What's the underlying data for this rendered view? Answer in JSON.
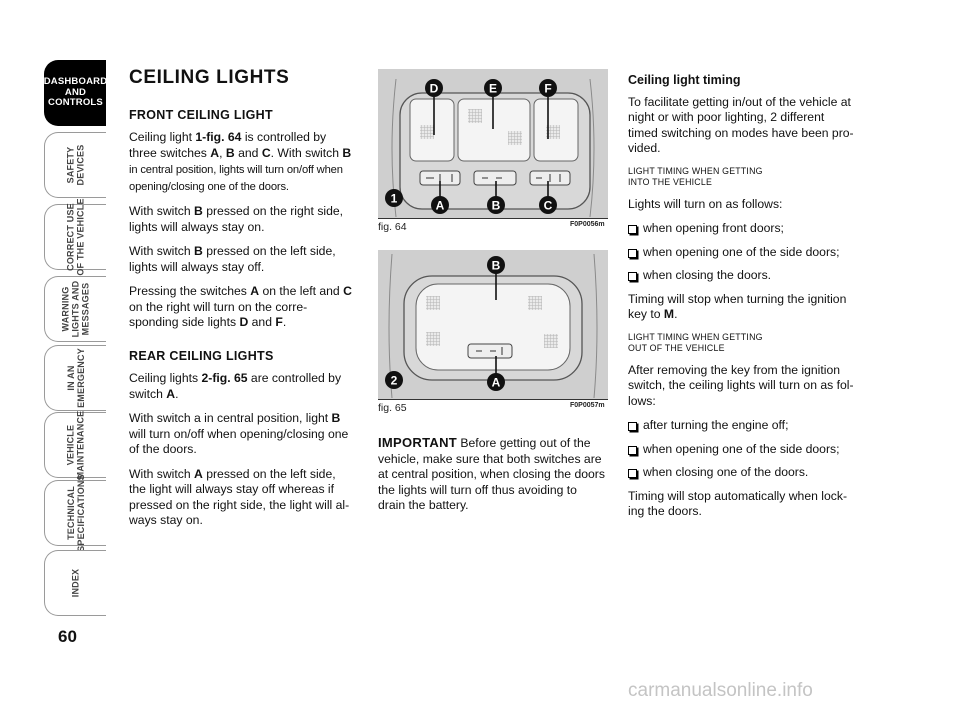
{
  "sidebar": {
    "tabs": [
      {
        "label": "DASHBOARD\nAND\nCONTROLS",
        "active": true
      },
      {
        "label": "SAFETY\nDEVICES",
        "active": false
      },
      {
        "label": "CORRECT USE\nOF THE VEHICLE",
        "active": false
      },
      {
        "label": "WARNING\nLIGHTS AND\nMESSAGES",
        "active": false
      },
      {
        "label": "IN AN\nEMERGENCY",
        "active": false
      },
      {
        "label": "VEHICLE\nMAINTENANCE",
        "active": false
      },
      {
        "label": "TECHNICAL\nSPECIFICATIONS",
        "active": false
      },
      {
        "label": "INDEX",
        "active": false
      }
    ],
    "page_number": "60"
  },
  "col1": {
    "title": "CEILING LIGHTS",
    "front_heading": "FRONT CEILING LIGHT",
    "p1_a": "Ceiling light ",
    "p1_ref": "1-fig. 64",
    "p1_b": " is controlled by three switches ",
    "p1_s1": "A",
    "p1_c": ", ",
    "p1_s2": "B",
    "p1_d": " and ",
    "p1_s3": "C",
    "p1_e": ". With switch ",
    "p1_s4": "B",
    "p1_f": " in central position, lights will turn on/off when opening/closing one of the doors.",
    "p2_a": "With switch ",
    "p2_s": "B",
    "p2_b": " pressed on the right side, lights will always stay on.",
    "p3_a": "With switch ",
    "p3_s": "B",
    "p3_b": " pressed on the left side, lights will always stay off.",
    "p4_a": "Pressing the switches ",
    "p4_s1": "A",
    "p4_b": " on the left and ",
    "p4_s2": "C",
    "p4_c": " on the right will turn on the corre-sponding side lights ",
    "p4_s3": "D",
    "p4_d": " and ",
    "p4_s4": "F",
    "p4_e": ".",
    "rear_heading": "REAR CEILING LIGHTS",
    "p5_a": "Ceiling lights ",
    "p5_ref": "2-fig. 65",
    "p5_b": " are controlled by switch ",
    "p5_s": "A",
    "p5_c": ".",
    "p6_a": "With switch a in central position, light ",
    "p6_s": "B",
    "p6_b": " will turn on/off when opening/closing one of the doors.",
    "p7_a": "With switch ",
    "p7_s": "A",
    "p7_b": " pressed on the left side, the light will always stay off whereas if pressed on the right side, the light will al-ways stay on."
  },
  "fig64": {
    "caption": "fig. 64",
    "code": "F0P0056m",
    "labels": {
      "d": "D",
      "e": "E",
      "f": "F",
      "a": "A",
      "b": "B",
      "c": "C",
      "n": "1"
    }
  },
  "fig65": {
    "caption": "fig. 65",
    "code": "F0P0057m",
    "labels": {
      "b": "B",
      "a": "A",
      "n": "2"
    }
  },
  "important": {
    "label": "IMPORTANT",
    "text": " Before getting out of the vehicle, make sure that both switches are at central position, when closing the doors the lights will turn off thus avoiding to drain the battery."
  },
  "col3": {
    "heading": "Ceiling light timing",
    "intro": "To facilitate getting in/out of the vehicle at night or with poor lighting, 2 different timed switching on modes have been pro-vided.",
    "caps1": "LIGHT TIMING WHEN GETTING\nINTO THE VEHICLE",
    "lights_on": "Lights will turn on as follows:",
    "bullets1": [
      "when opening front doors;",
      "when opening one of the side doors;",
      "when closing the doors."
    ],
    "stop1_a": "Timing will stop when turning the ignition key to ",
    "stop1_key": "M",
    "stop1_b": ".",
    "caps2": "LIGHT TIMING WHEN GETTING\nOUT OF THE VEHICLE",
    "after": "After removing the key from the ignition switch, the ceiling lights will turn on as fol-lows:",
    "bullets2": [
      "after turning the engine off;",
      "when opening one of the side doors;",
      "when closing one of the doors."
    ],
    "stop2": "Timing will stop automatically when lock-ing the doors."
  },
  "watermark": "carmanualsonline.info"
}
